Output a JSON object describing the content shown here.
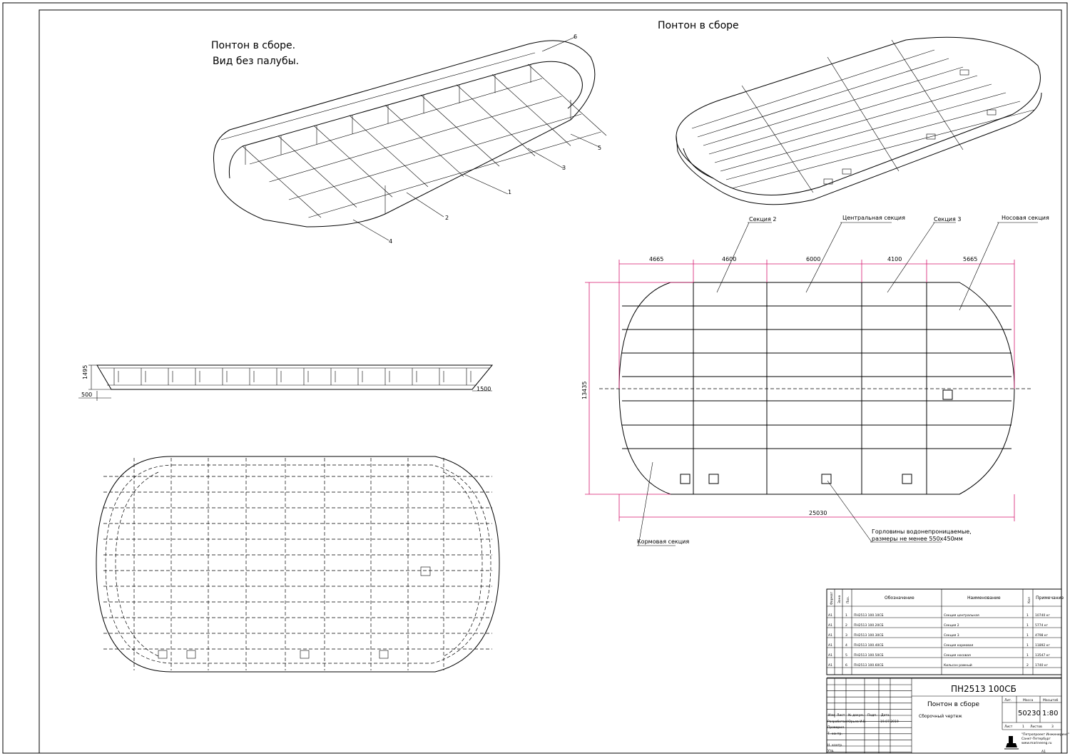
{
  "views": {
    "iso_frame": {
      "title_line1": "Понтон в сборе.",
      "title_line2": "Вид без палубы.",
      "callouts": [
        "1",
        "2",
        "3",
        "4",
        "5",
        "6"
      ]
    },
    "iso_deck": {
      "title": "Понтон в сборе"
    },
    "side": {
      "dim_height": "1495",
      "dim_left": "500",
      "dim_right": "1500"
    },
    "plan": {
      "section_labels": {
        "sec2": "Секция 2",
        "central": "Центральная секция",
        "sec3": "Секция 3",
        "bow": "Носовая секция",
        "stern": "Кормовая секция"
      },
      "dims_top": [
        "4665",
        "4600",
        "6000",
        "4100",
        "5665"
      ],
      "dim_total": "25030",
      "dim_width": "13435",
      "note_line1": "Горловины водонепроницаемые,",
      "note_line2": "размеры не менее 550х450мм"
    }
  },
  "spec": {
    "headers": {
      "format": "Формат",
      "zone": "Зона",
      "pos": "Поз.",
      "designation": "Обозначение",
      "name": "Наименование",
      "qty": "Кол",
      "note": "Примечание"
    },
    "rows": [
      {
        "format": "А1",
        "pos": "1",
        "designation": "ПН2513 100.10СБ",
        "name": "Секция центральная",
        "qty": "1",
        "note": "10740 кг"
      },
      {
        "format": "А1",
        "pos": "2",
        "designation": "ПН2513 100.20СБ",
        "name": "Секция 2",
        "qty": "1",
        "note": "5774 кг"
      },
      {
        "format": "А1",
        "pos": "3",
        "designation": "ПН2513 100.30СБ",
        "name": "Секция 3",
        "qty": "1",
        "note": "4798 кг"
      },
      {
        "format": "А1",
        "pos": "4",
        "designation": "ПН2513 100.40СБ",
        "name": "Секция кормовая",
        "qty": "1",
        "note": "11892 кг"
      },
      {
        "format": "А1",
        "pos": "5",
        "designation": "ПН2513 100.50СБ",
        "name": "Секция носовая",
        "qty": "1",
        "note": "13547 кг"
      },
      {
        "format": "А1",
        "pos": "6",
        "designation": "ПН2513 100.60СБ",
        "name": "Кильсон рамный",
        "qty": "2",
        "note": "1740 кг"
      }
    ]
  },
  "title_block": {
    "doc_number": "ПН2513 100СБ",
    "name": "Понтон в сборе",
    "doc_type": "Сборочный чертеж",
    "col_lit": "Лит.",
    "col_mass": "Масса",
    "col_scale": "Масштаб",
    "mass": "50230",
    "scale": "1:80",
    "sheet_label": "Лист",
    "sheet": "1",
    "sheets_label": "Листов",
    "sheets": "3",
    "hdr_izm": "Изм",
    "hdr_list": "Лист",
    "hdr_docnum": "№ докум.",
    "hdr_sign": "Подп.",
    "hdr_date": "Дата",
    "razrab_label": "Разработал",
    "razrab_name": "Юрьев И.В.",
    "razrab_date": "19.07.2019",
    "proveril": "Проверил",
    "tkontr": "Т. контр.",
    "nkontr": "Н. контр.",
    "utv": "Утв.",
    "company_line1": "\"Петропроект Инжиниринг\"",
    "company_line2": "Санкт-Петербург",
    "company_line3": "www.marineeng.ru",
    "format": "А1"
  },
  "colors": {
    "dimension": "#d6166e",
    "line": "#000000"
  }
}
